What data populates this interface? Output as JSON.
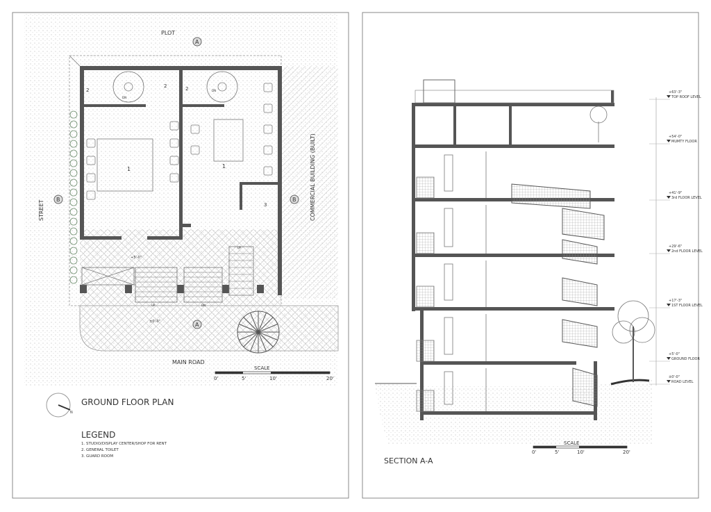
{
  "plan": {
    "title": "GROUND FLOOR PLAN",
    "plot_label": "PLOT",
    "street_label": "STREET",
    "main_road_label": "MAIN ROAD",
    "commercial_label": "COMMERCIAL BUILDING (BUILT)",
    "section_marks": [
      "A",
      "A",
      "B",
      "B"
    ],
    "room_numbers": [
      "1",
      "1",
      "2",
      "2",
      "2",
      "3"
    ],
    "levels": [
      "+5'-0\"",
      "±0'-0\""
    ],
    "stair_labels": [
      "DN",
      "DN",
      "UP",
      "DN",
      "UP"
    ],
    "north_label": "N",
    "scale": {
      "label": "SCALE",
      "ticks": [
        "0'",
        "5'",
        "10'",
        "20'"
      ]
    },
    "legend": {
      "title": "LEGEND",
      "items": [
        "1. STUDIO/DISPLAY CENTER/SHOP FOR RENT",
        "2. GENERAL TOILET",
        "3. GUARD ROOM"
      ]
    }
  },
  "section": {
    "title": "SECTION A-A",
    "levels": [
      {
        "value": "+63'-3\"",
        "name": "TOP ROOF LEVEL"
      },
      {
        "value": "+54'-0\"",
        "name": "MUMTY FLOOR"
      },
      {
        "value": "+41'-9\"",
        "name": "3rd FLOOR LEVEL"
      },
      {
        "value": "+29'-6\"",
        "name": "2nd FLOOR LEVEL"
      },
      {
        "value": "+17'-3\"",
        "name": "1ST FLOOR LEVEL"
      },
      {
        "value": "+5'-0\"",
        "name": "GROUND FLOOR"
      },
      {
        "value": "±0'-0\"",
        "name": "ROAD LEVEL"
      }
    ],
    "scale": {
      "label": "SCALE",
      "ticks": [
        "0'",
        "5'",
        "10'",
        "20'"
      ]
    }
  },
  "colors": {
    "wall": "#555555",
    "hatch": "#cccccc",
    "tree": "#6a8a6a"
  }
}
